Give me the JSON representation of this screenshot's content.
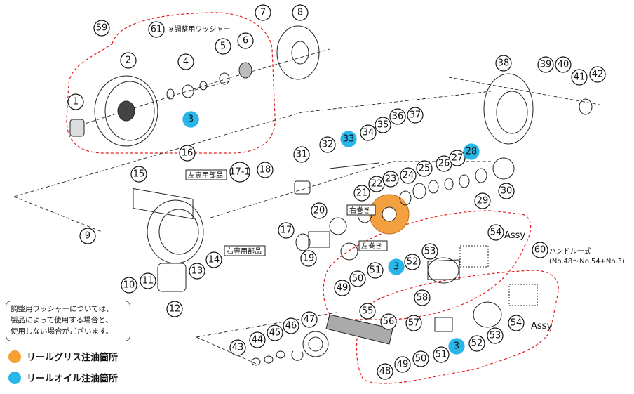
{
  "labels": {
    "washer_note_61": "※調整用ワッシャー",
    "left_only": "左専用部品",
    "right_only": "右専用部品",
    "migi_maki": "右巻き",
    "hidari_maki": "左巻き",
    "assy_top": "Assy",
    "assy_bottom": "Assy",
    "handle_title": "ハンドル一式",
    "handle_sub": "(No.48〜No.54+No.3)"
  },
  "note": {
    "line1": "調整用ワッシャーについては、",
    "line2": "製品によって使用する場合と、",
    "line3": "使用しない場合がございます。"
  },
  "legend": {
    "grease": {
      "label": "リールグリス注油箇所",
      "color": "#f5a030"
    },
    "oil": {
      "label": "リールオイル注油箇所",
      "color": "#29b6e8"
    }
  },
  "parts": [
    {
      "n": "1",
      "style": "plain"
    },
    {
      "n": "2",
      "style": "plain"
    },
    {
      "n": "3",
      "style": "oil"
    },
    {
      "n": "4",
      "style": "plain"
    },
    {
      "n": "5",
      "style": "plain"
    },
    {
      "n": "6",
      "style": "plain"
    },
    {
      "n": "7",
      "style": "plain"
    },
    {
      "n": "8",
      "style": "plain"
    },
    {
      "n": "9",
      "style": "plain"
    },
    {
      "n": "10",
      "style": "plain"
    },
    {
      "n": "11",
      "style": "plain"
    },
    {
      "n": "12",
      "style": "plain"
    },
    {
      "n": "13",
      "style": "plain"
    },
    {
      "n": "14",
      "style": "plain"
    },
    {
      "n": "15",
      "style": "plain"
    },
    {
      "n": "16",
      "style": "plain"
    },
    {
      "n": "17",
      "style": "plain"
    },
    {
      "n": "17-1",
      "style": "plain"
    },
    {
      "n": "18",
      "style": "plain"
    },
    {
      "n": "19",
      "style": "plain"
    },
    {
      "n": "20",
      "style": "plain"
    },
    {
      "n": "21",
      "style": "plain"
    },
    {
      "n": "22",
      "style": "plain"
    },
    {
      "n": "23",
      "style": "plain"
    },
    {
      "n": "24",
      "style": "plain"
    },
    {
      "n": "25",
      "style": "plain"
    },
    {
      "n": "26",
      "style": "plain"
    },
    {
      "n": "27",
      "style": "plain"
    },
    {
      "n": "28",
      "style": "oil"
    },
    {
      "n": "29",
      "style": "plain"
    },
    {
      "n": "30",
      "style": "plain"
    },
    {
      "n": "31",
      "style": "plain"
    },
    {
      "n": "32",
      "style": "plain"
    },
    {
      "n": "33",
      "style": "oil"
    },
    {
      "n": "34",
      "style": "plain"
    },
    {
      "n": "35",
      "style": "plain"
    },
    {
      "n": "36",
      "style": "plain"
    },
    {
      "n": "37",
      "style": "plain"
    },
    {
      "n": "38",
      "style": "plain"
    },
    {
      "n": "39",
      "style": "plain"
    },
    {
      "n": "40",
      "style": "plain"
    },
    {
      "n": "41",
      "style": "plain"
    },
    {
      "n": "42",
      "style": "plain"
    },
    {
      "n": "43",
      "style": "plain"
    },
    {
      "n": "44",
      "style": "plain"
    },
    {
      "n": "45",
      "style": "plain"
    },
    {
      "n": "46",
      "style": "plain"
    },
    {
      "n": "47",
      "style": "plain"
    },
    {
      "n": "48",
      "style": "plain"
    },
    {
      "n": "49",
      "style": "plain"
    },
    {
      "n": "50",
      "style": "plain"
    },
    {
      "n": "51",
      "style": "plain"
    },
    {
      "n": "3",
      "style": "oil"
    },
    {
      "n": "52",
      "style": "plain"
    },
    {
      "n": "53",
      "style": "plain"
    },
    {
      "n": "54",
      "style": "plain"
    },
    {
      "n": "55",
      "style": "plain"
    },
    {
      "n": "56",
      "style": "plain"
    },
    {
      "n": "57",
      "style": "plain"
    },
    {
      "n": "58",
      "style": "plain"
    },
    {
      "n": "60",
      "style": "plain"
    },
    {
      "n": "49",
      "style": "plain"
    },
    {
      "n": "50",
      "style": "plain"
    },
    {
      "n": "51",
      "style": "plain"
    },
    {
      "n": "3",
      "style": "oil"
    },
    {
      "n": "52",
      "style": "plain"
    },
    {
      "n": "53",
      "style": "plain"
    },
    {
      "n": "54",
      "style": "plain"
    },
    {
      "n": "59",
      "style": "plain"
    },
    {
      "n": "61",
      "style": "plain"
    },
    {
      "n": "3",
      "style": "oil"
    }
  ]
}
